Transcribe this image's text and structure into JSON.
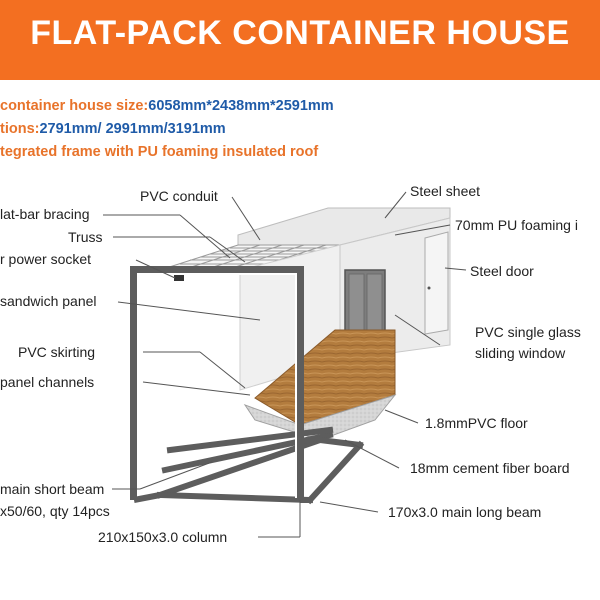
{
  "colors": {
    "banner": "#f36f21",
    "spec_key": "#e8732a",
    "spec_value": "#1f5ba8",
    "frame": "#5d5d5d",
    "floor": "#b07a3c",
    "panel": "#f2f2f2"
  },
  "banner": {
    "title": "FLAT-PACK CONTAINER HOUSE"
  },
  "specs": [
    {
      "key": "container house size:",
      "value": "6058mm*2438mm*2591mm"
    },
    {
      "key": "tions:",
      "value": "2791mm/ 2991mm/3191mm"
    },
    {
      "key": "tegrated frame with PU foaming insulated roof",
      "value": ""
    }
  ],
  "labels": {
    "pvc_conduit": "PVC conduit",
    "steel_sheet": "Steel sheet",
    "flat_bar_bracing": "lat-bar bracing",
    "pu_foaming": "70mm PU foaming i",
    "truss": "Truss",
    "power_socket": "r power socket",
    "steel_door": "Steel door",
    "sandwich_panel": "sandwich panel",
    "pvc_window_line1": "PVC single glass",
    "pvc_window_line2": "sliding window",
    "pvc_skirting": "PVC skirting",
    "panel_channels": "panel channels",
    "pvc_floor": "1.8mmPVC floor",
    "cement_board": "18mm cement fiber board",
    "main_short_beam": "main short beam",
    "short_beam_qty": "x50/60,  qty 14pcs",
    "main_long_beam": "170x3.0 main long beam",
    "column": "210x150x3.0 column"
  }
}
